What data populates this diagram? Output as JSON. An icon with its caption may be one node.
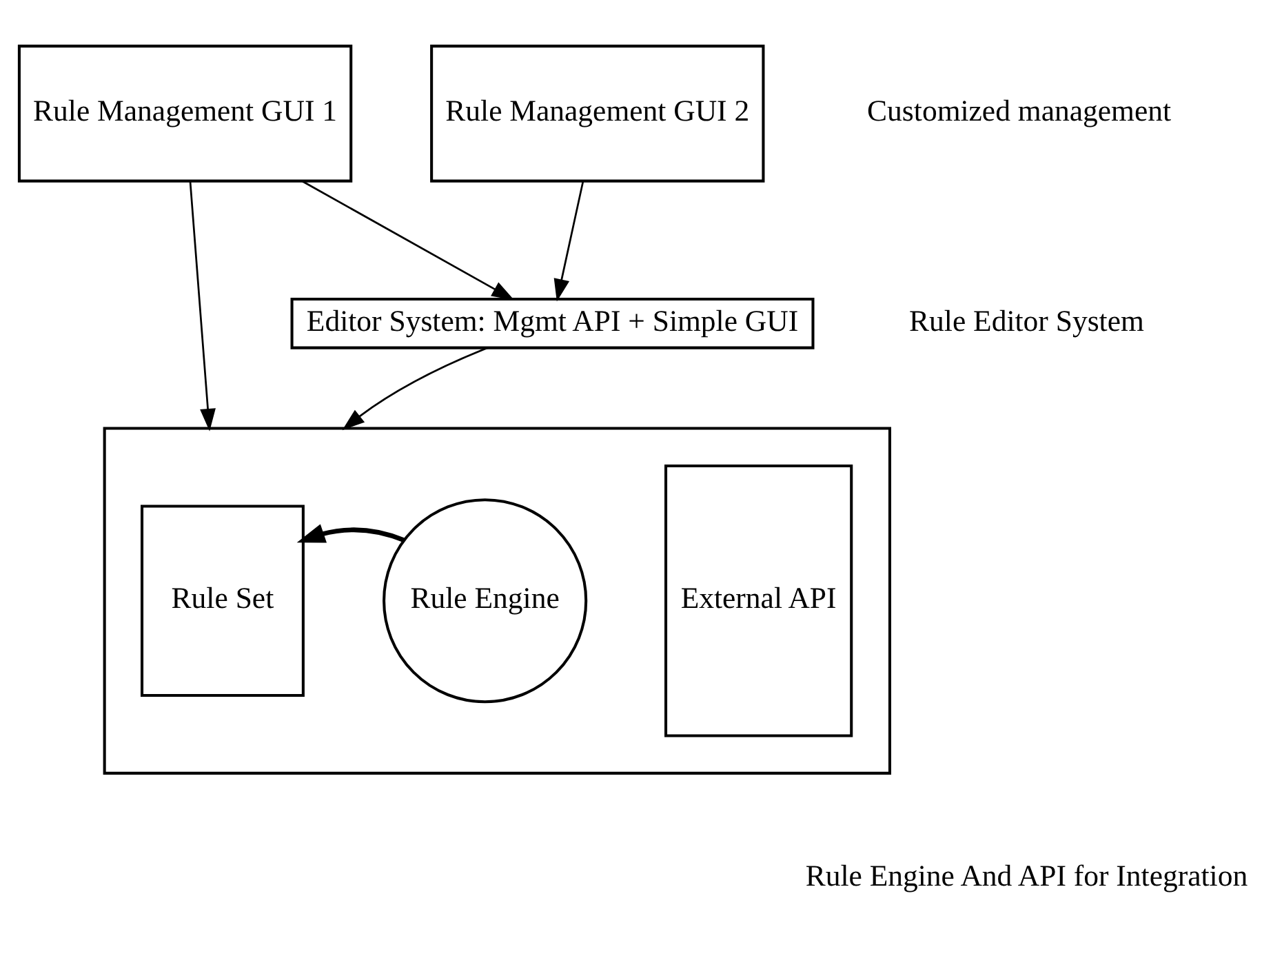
{
  "diagram": {
    "nodes": [
      {
        "text": [
          "Rule Management GUI 1"
        ]
      },
      {
        "text": [
          "Rule Management GUI 2"
        ]
      },
      {
        "text": [
          "Editor System: Mgmt API + Simple GUI"
        ]
      },
      {
        "text": [],
        "shape": "box"
      },
      {
        "text": [
          "Rule Set"
        ],
        "in": 3
      },
      {
        "text": [
          "Rule Engine"
        ],
        "in": 3
      },
      {
        "text": [
          "External API"
        ],
        "in": 3
      }
    ],
    "edges": [
      {
        "from": 0,
        "to": 3,
        "arrow": "to"
      },
      {
        "from": 0,
        "to": 2,
        "arrow": "to"
      },
      {
        "from": 1,
        "to": 2,
        "arrow": "to"
      },
      {
        "from": 2,
        "to": 3,
        "arrow": "to"
      },
      {
        "from": 5,
        "to": 4,
        "arrow": "to",
        "style": "thick"
      }
    ],
    "labels": [
      "Customized management",
      "Rule Editor System",
      "Rule Engine And API for Integration"
    ]
  }
}
